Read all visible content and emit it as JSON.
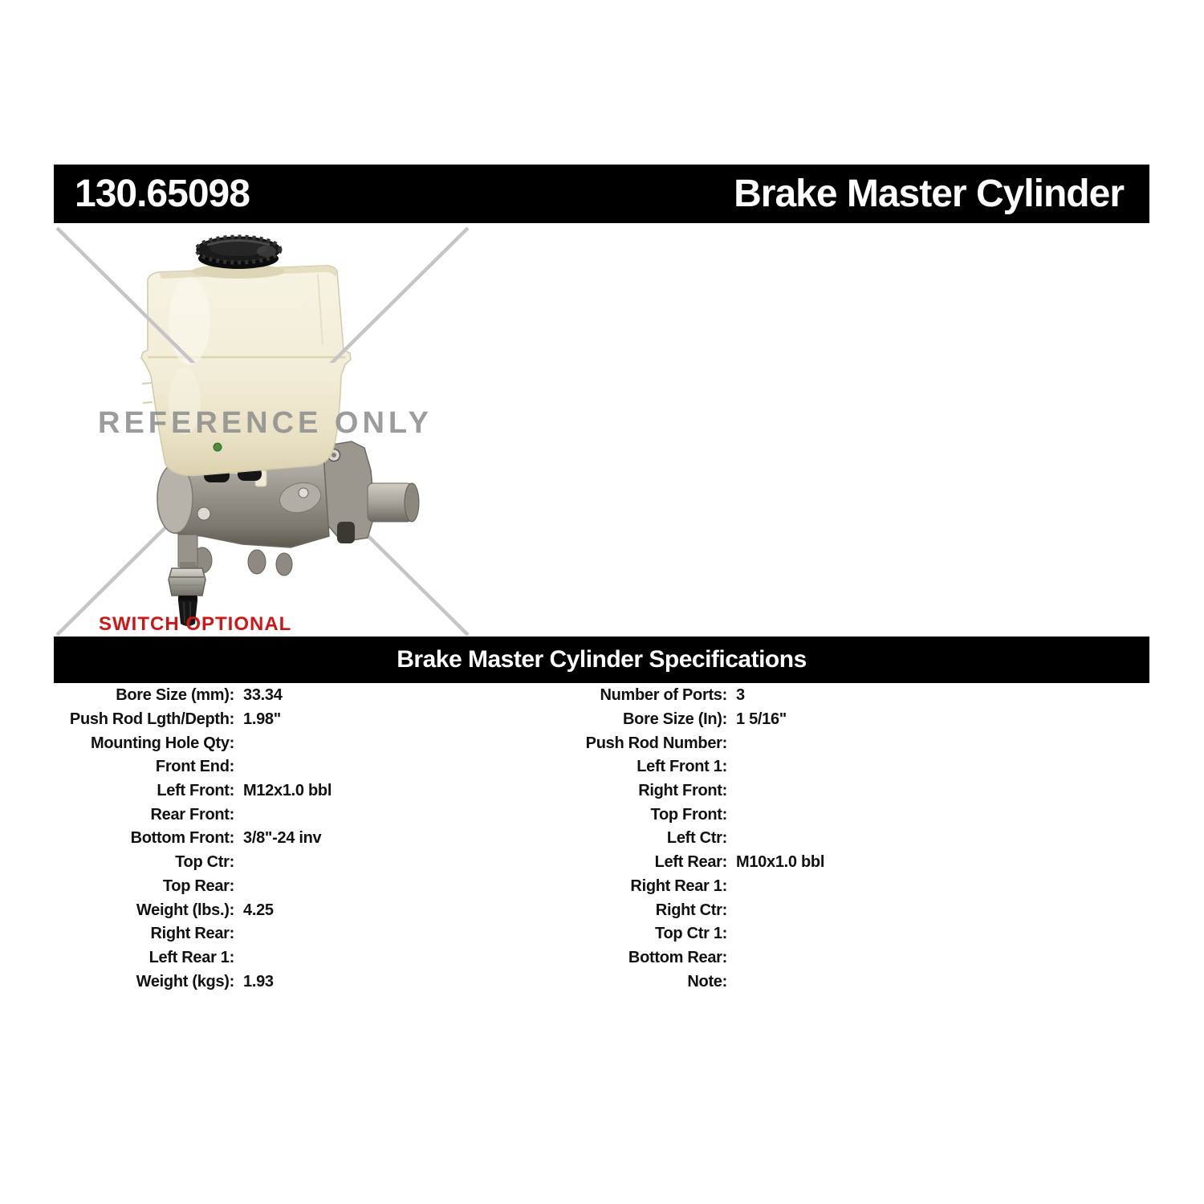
{
  "header": {
    "part_number": "130.65098",
    "product_title": "Brake Master Cylinder"
  },
  "watermarks": {
    "reference": "REFERENCE ONLY",
    "switch_note": "SWITCH OPTIONAL"
  },
  "colors": {
    "bar_black": "#000000",
    "switch_note_red": "#d01515",
    "watermark_gray": "#8f8f8f",
    "x_mark_gray": "#c5c5c5"
  },
  "specs": {
    "section_title": "Brake Master Cylinder Specifications",
    "left": [
      {
        "label": "Bore Size (mm):",
        "value": "33.34"
      },
      {
        "label": "Push Rod Lgth/Depth:",
        "value": "1.98\""
      },
      {
        "label": "Mounting Hole Qty:",
        "value": ""
      },
      {
        "label": "Front End:",
        "value": ""
      },
      {
        "label": "Left Front:",
        "value": "M12x1.0 bbl"
      },
      {
        "label": "Rear Front:",
        "value": ""
      },
      {
        "label": "Bottom Front:",
        "value": "3/8\"-24 inv"
      },
      {
        "label": "Top Ctr:",
        "value": ""
      },
      {
        "label": "Top Rear:",
        "value": ""
      },
      {
        "label": "Weight (lbs.):",
        "value": "4.25"
      },
      {
        "label": "Right Rear:",
        "value": ""
      },
      {
        "label": "Left Rear 1:",
        "value": ""
      },
      {
        "label": "Weight (kgs):",
        "value": "1.93"
      }
    ],
    "right": [
      {
        "label": "Number of Ports:",
        "value": "3"
      },
      {
        "label": "Bore Size (In):",
        "value": "1 5/16\""
      },
      {
        "label": "Push Rod Number:",
        "value": ""
      },
      {
        "label": "Left Front 1:",
        "value": ""
      },
      {
        "label": "Right Front:",
        "value": ""
      },
      {
        "label": "Top Front:",
        "value": ""
      },
      {
        "label": "Left Ctr:",
        "value": ""
      },
      {
        "label": "Left Rear:",
        "value": "M10x1.0 bbl"
      },
      {
        "label": "Right Rear 1:",
        "value": ""
      },
      {
        "label": "Right Ctr:",
        "value": ""
      },
      {
        "label": "Top Ctr 1:",
        "value": ""
      },
      {
        "label": "Bottom Rear:",
        "value": ""
      },
      {
        "label": "Note:",
        "value": ""
      }
    ]
  }
}
